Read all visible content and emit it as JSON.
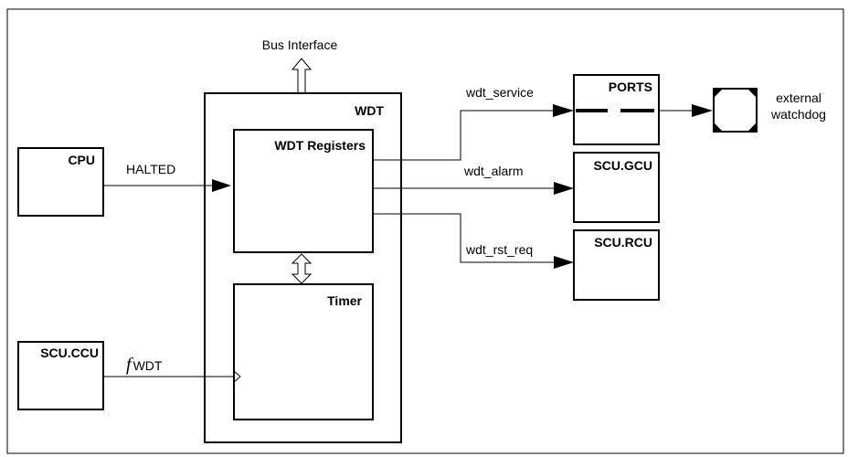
{
  "blocks": {
    "cpu": "CPU",
    "scu_ccu": "SCU.CCU",
    "wdt": "WDT",
    "wdt_registers": "WDT Registers",
    "timer": "Timer",
    "ports": "PORTS",
    "scu_gcu": "SCU.GCU",
    "scu_rcu": "SCU.RCU"
  },
  "signals": {
    "bus_interface": "Bus Interface",
    "halted": "HALTED",
    "f_symbol": "f",
    "f_subscript": "WDT",
    "wdt_service": "wdt_service",
    "wdt_alarm": "wdt_alarm",
    "wdt_rst_req": "wdt_rst_req",
    "external_line1": "external",
    "external_line2": "watchdog"
  }
}
